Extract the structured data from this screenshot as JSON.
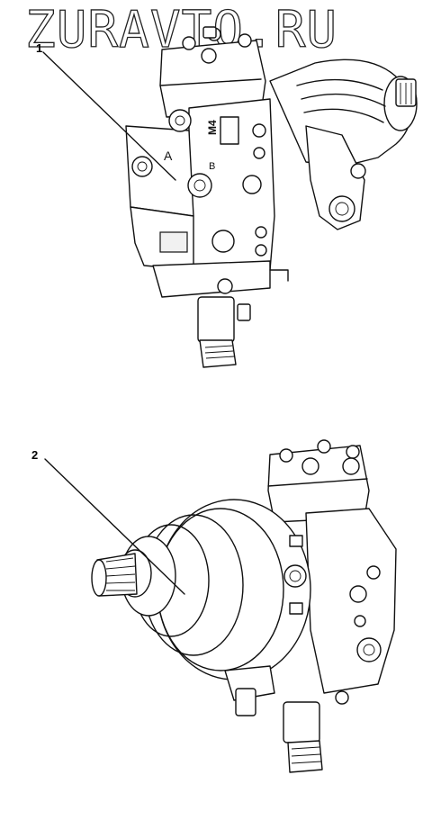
{
  "watermark": {
    "text": "ZURAVTO.RU"
  },
  "callouts": [
    {
      "label": "1"
    },
    {
      "label": "2"
    }
  ],
  "part_markings": {
    "port_a": "A",
    "port_b": "B",
    "port_m4": "M4"
  }
}
